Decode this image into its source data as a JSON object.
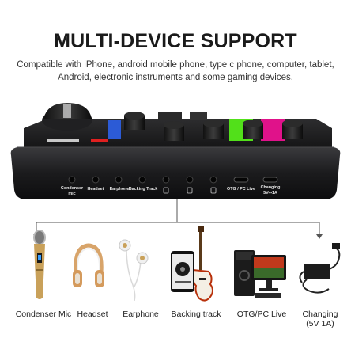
{
  "header": {
    "title": "MULTI-DEVICE SUPPORT",
    "subtitle": "Compatible with iPhone, android mobile phone, type c phone, computer, tablet, Android, electronic instruments and some gaming devices."
  },
  "device": {
    "ports": [
      {
        "label": "Condenser\nmic"
      },
      {
        "label": "Headset"
      },
      {
        "label": "Earphone"
      },
      {
        "label": "Backing Track"
      },
      {
        "label": "OTG / PC Live"
      },
      {
        "label": "Changing\n5V⎓1A"
      }
    ]
  },
  "items": [
    {
      "label": "Condenser Mic",
      "icon": "microphone-icon"
    },
    {
      "label": "Headset",
      "icon": "headphones-icon"
    },
    {
      "label": "Earphone",
      "icon": "earphones-icon"
    },
    {
      "label": "Backing track",
      "icon": "phone-guitar-icon"
    },
    {
      "label": "OTG/PC Live",
      "icon": "pc-icon"
    },
    {
      "label": "Changing\n(5V 1A)",
      "icon": "power-adapter-icon"
    }
  ],
  "colors": {
    "device_body": "#1c1c1e",
    "accent_green": "#52e01a",
    "accent_magenta": "#e0128a",
    "mic_gold": "#c9a15a"
  }
}
